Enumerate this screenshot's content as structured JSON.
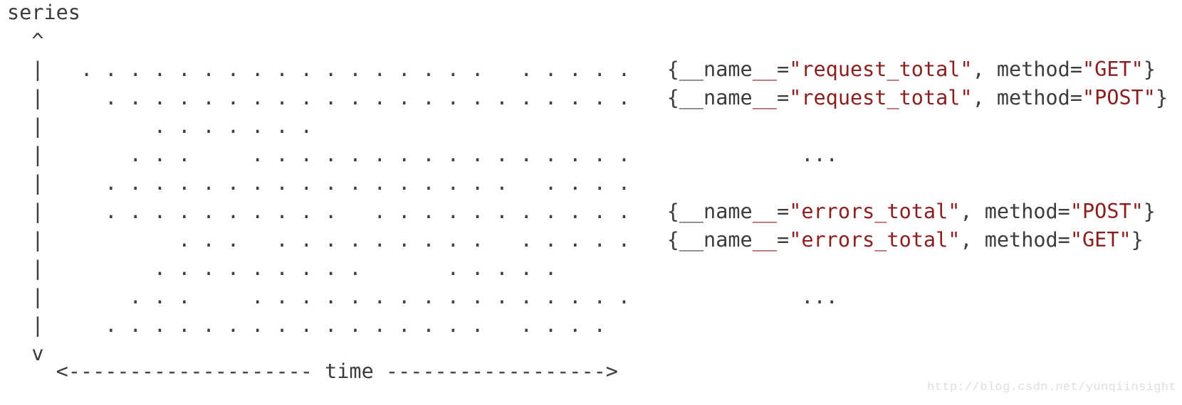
{
  "colors": {
    "text": "#3c3c3c",
    "highlight_red": "#8b1e1e",
    "watermark_gray": "#e2dfd9",
    "background": "#ffffff"
  },
  "watermark": "http://blog.csdn.net/yunqiinsight",
  "diagram": {
    "series_axis_label": "series",
    "arrow_up": "  ^",
    "arrow_down": "  v",
    "time_axis": "    <-------------------- time ------------------>",
    "time_label": "time",
    "rows": [
      {
        "dots": "  |   . . . . . . . . . . . . . . . . .   . . . . .",
        "label": [
          {
            "t": "   {__name",
            "c": "plain"
          },
          {
            "t": "__",
            "c": "red"
          },
          {
            "t": "=",
            "c": "plain"
          },
          {
            "t": "\"request_total\"",
            "c": "red"
          },
          {
            "t": ", method=",
            "c": "plain"
          },
          {
            "t": "\"GET\"",
            "c": "red"
          },
          {
            "t": "}",
            "c": "plain"
          }
        ]
      },
      {
        "dots": "  |     . . . . . . . . . . . . . . . . . . . . . .",
        "label": [
          {
            "t": "   {__name",
            "c": "plain"
          },
          {
            "t": "__",
            "c": "red"
          },
          {
            "t": "=",
            "c": "plain"
          },
          {
            "t": "\"request_total\"",
            "c": "red"
          },
          {
            "t": ", method=",
            "c": "plain"
          },
          {
            "t": "\"POST\"",
            "c": "red"
          },
          {
            "t": "}",
            "c": "plain"
          }
        ]
      },
      {
        "dots": "  |         . . . . . . .",
        "label": null
      },
      {
        "dots": "  |       . . .     . . . . . . . . . . . . . . . .",
        "label": [
          {
            "t": "              ...",
            "c": "plain"
          }
        ]
      },
      {
        "dots": "  |     . . . . . . . . . . . . . . . . .   . . . .",
        "label": null
      },
      {
        "dots": "  |     . . . . . . . . . .   . . . . . . . . . . .",
        "label": [
          {
            "t": "   {__name",
            "c": "plain"
          },
          {
            "t": "__",
            "c": "red"
          },
          {
            "t": "=",
            "c": "plain"
          },
          {
            "t": "\"errors_total\"",
            "c": "red"
          },
          {
            "t": ", method=",
            "c": "plain"
          },
          {
            "t": "\"POST\"",
            "c": "red"
          },
          {
            "t": "}",
            "c": "plain"
          }
        ]
      },
      {
        "dots": "  |           . . .   . . . . . . . . .   . . . . .",
        "label": [
          {
            "t": "   {__name",
            "c": "plain"
          },
          {
            "t": "__",
            "c": "red"
          },
          {
            "t": "=",
            "c": "plain"
          },
          {
            "t": "\"errors_total\"",
            "c": "red"
          },
          {
            "t": ", method=",
            "c": "plain"
          },
          {
            "t": "\"GET\"",
            "c": "red"
          },
          {
            "t": "}",
            "c": "plain"
          }
        ]
      },
      {
        "dots": "  |         . . . . . . . . .       . . . . .",
        "label": null
      },
      {
        "dots": "  |       . . .     . . . . . . . . . . . . . . . .",
        "label": [
          {
            "t": "              ...",
            "c": "plain"
          }
        ]
      },
      {
        "dots": "  |     . . . . . . . . . . . . . . . .   . . . .",
        "label": null
      }
    ]
  }
}
